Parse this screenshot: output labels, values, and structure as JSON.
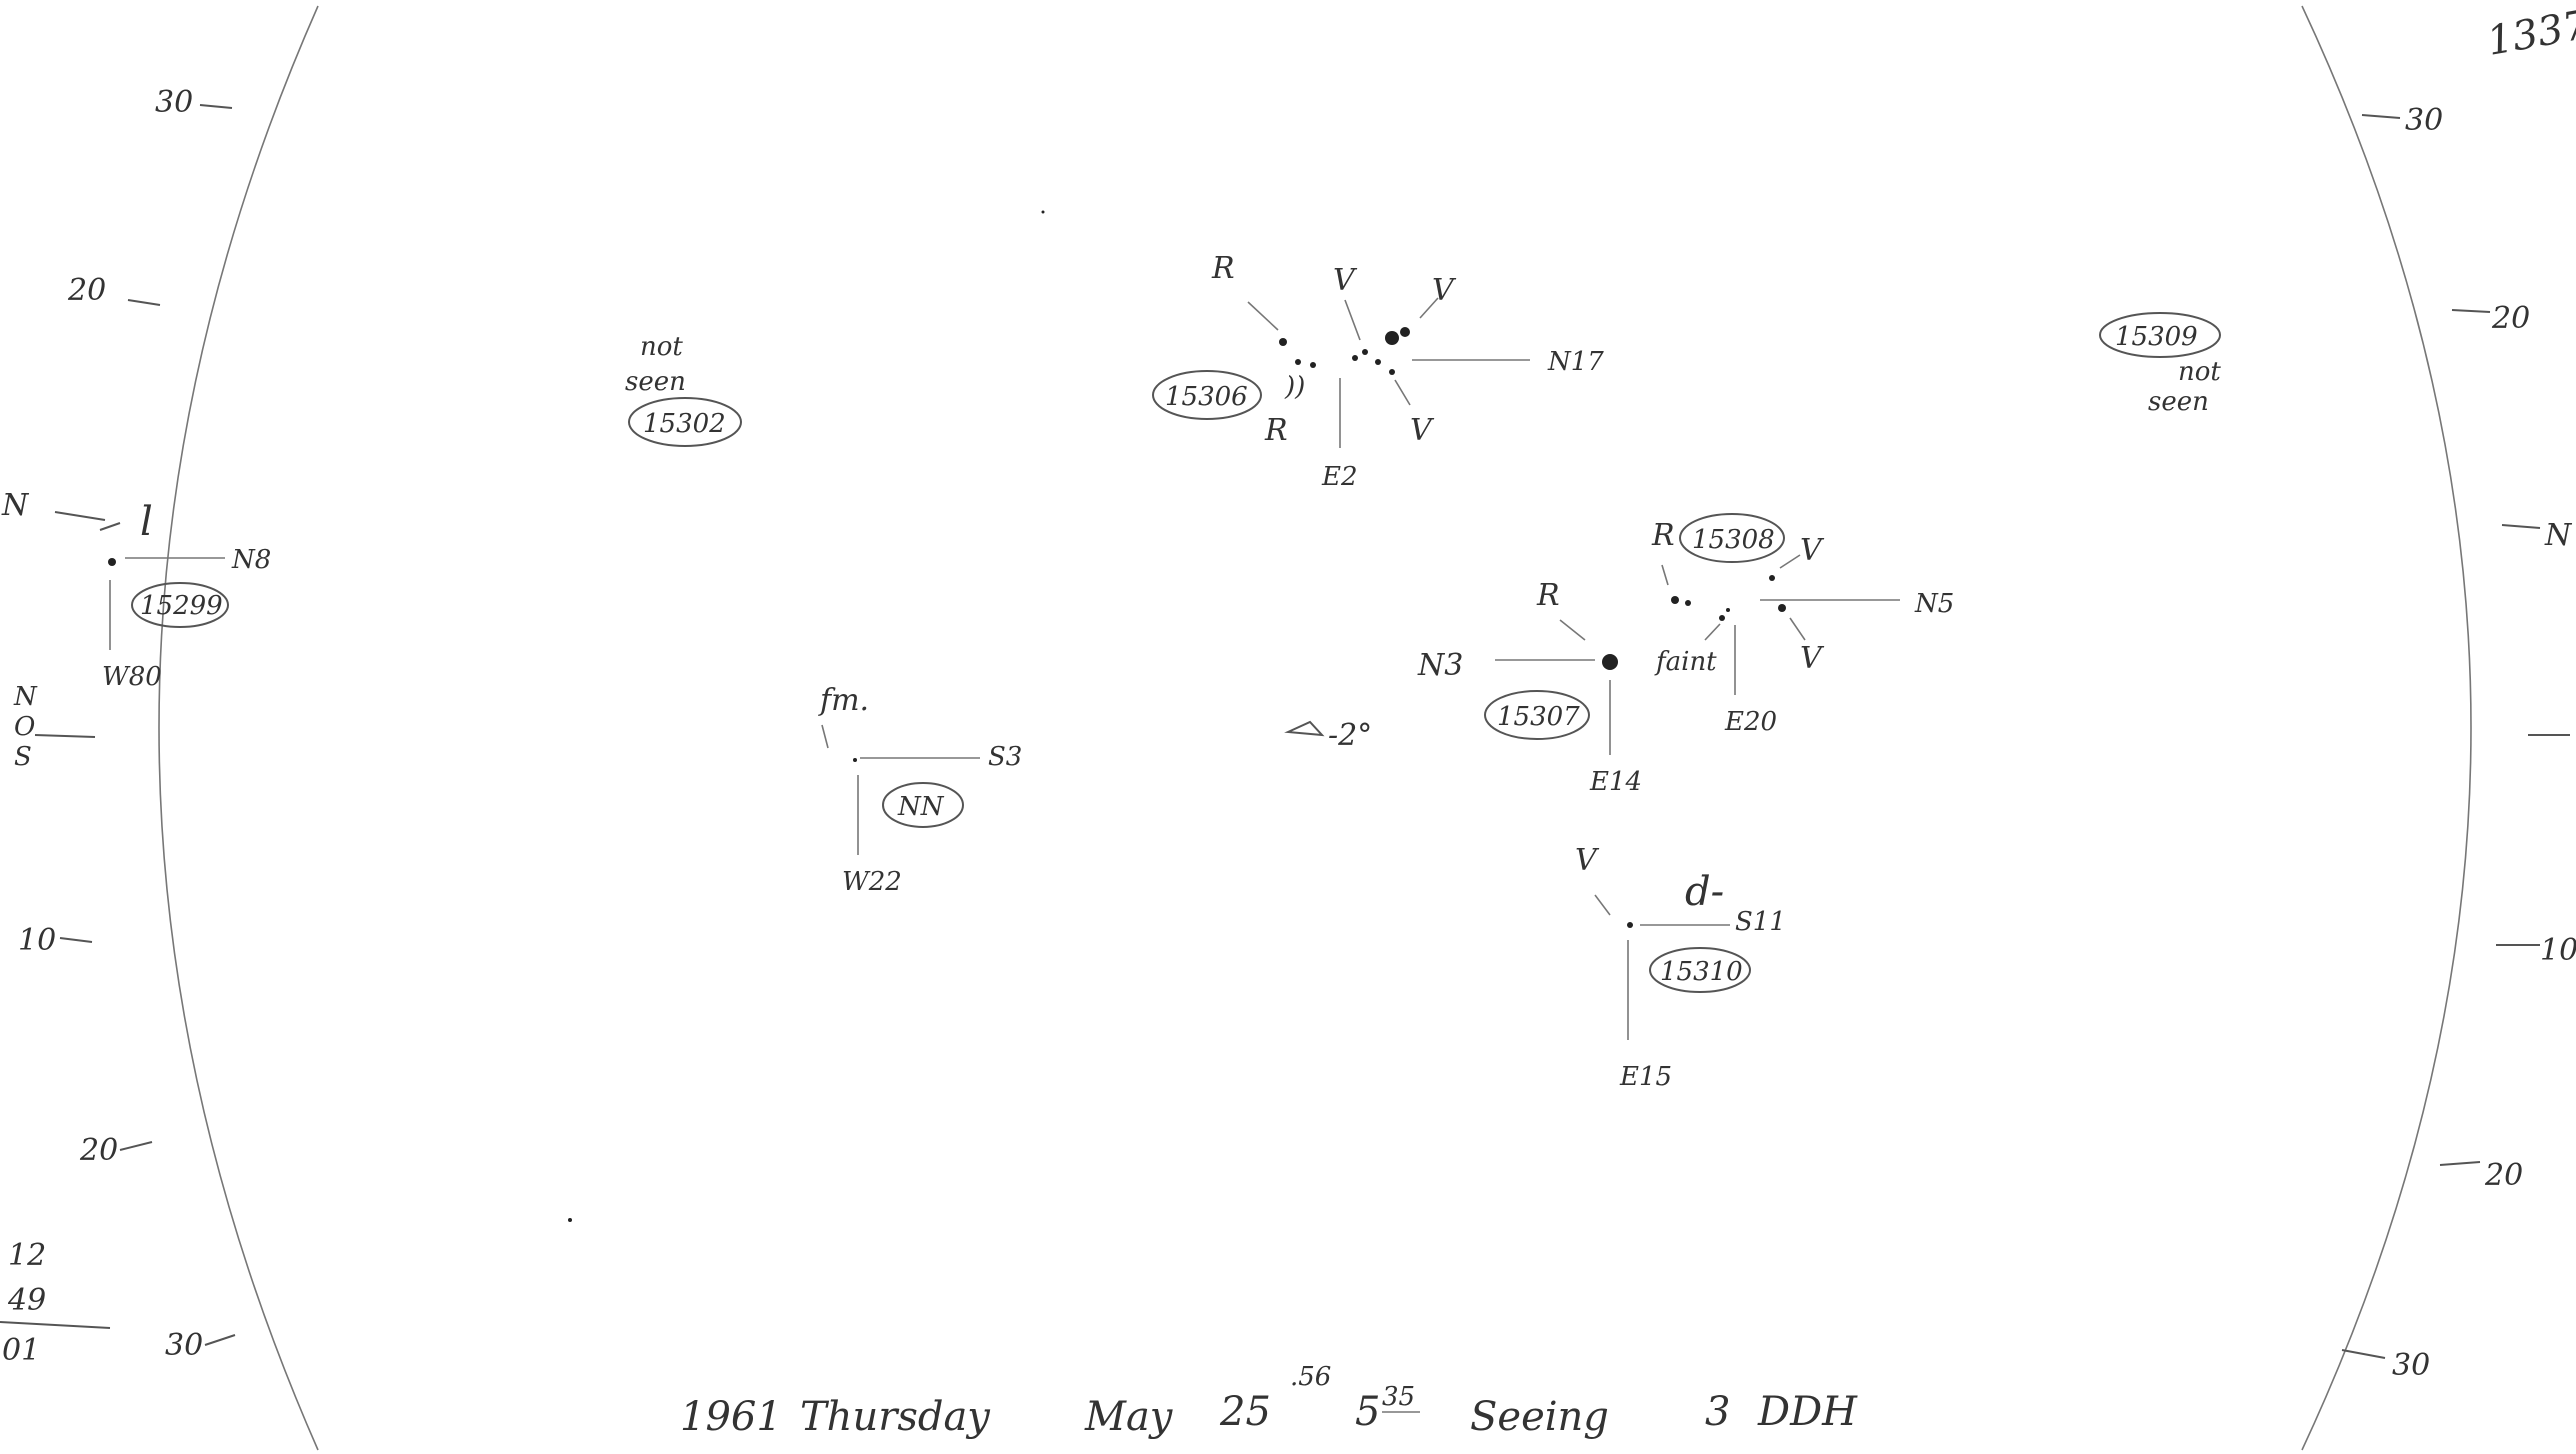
{
  "plate_number": "1337",
  "footer": {
    "year": "1961",
    "day": "Thursday",
    "month": "May",
    "date": "25",
    "date_fraction": ".56",
    "time_hour": "5",
    "time_minutes": "35",
    "seeing_label": "Seeing",
    "seeing_value": "3",
    "observer_initials": "DDH"
  },
  "left_corner_notes": [
    "12",
    "49",
    "01"
  ],
  "left_scale": [
    "30",
    "20",
    "N",
    "N",
    "O",
    "S",
    "10",
    "20",
    "30"
  ],
  "right_scale": [
    "30",
    "20",
    "N",
    "10",
    "20",
    "30"
  ],
  "regions": {
    "r15299": {
      "number": "15299",
      "coord_lat": "N8",
      "coord_long": "W80",
      "class": "l"
    },
    "r15302": {
      "number": "15302",
      "note": [
        "not",
        "seen"
      ]
    },
    "r15306": {
      "number": "15306",
      "coord_lat": "N17",
      "coord_long": "E2",
      "marks": [
        "R",
        "R",
        "V",
        "V",
        "V"
      ],
      "extra": "))"
    },
    "r15309": {
      "number": "15309",
      "note": [
        "not",
        "seen"
      ]
    },
    "r15308": {
      "number": "15308",
      "coord_lat": "N5",
      "coord_long": "E20",
      "marks": [
        "R",
        "V",
        "V"
      ],
      "note": "faint"
    },
    "r15307": {
      "number": "15307",
      "coord_lat": "N3",
      "coord_long": "E14",
      "marks": [
        "R"
      ]
    },
    "rNN": {
      "number": "NN",
      "coord_lat": "S3",
      "coord_long": "W22",
      "note": "fm."
    },
    "r15310": {
      "number": "15310",
      "coord_lat": "S11",
      "coord_long": "E15",
      "marks": [
        "V"
      ],
      "class": "d-"
    }
  },
  "misc_annotation": "-2°"
}
